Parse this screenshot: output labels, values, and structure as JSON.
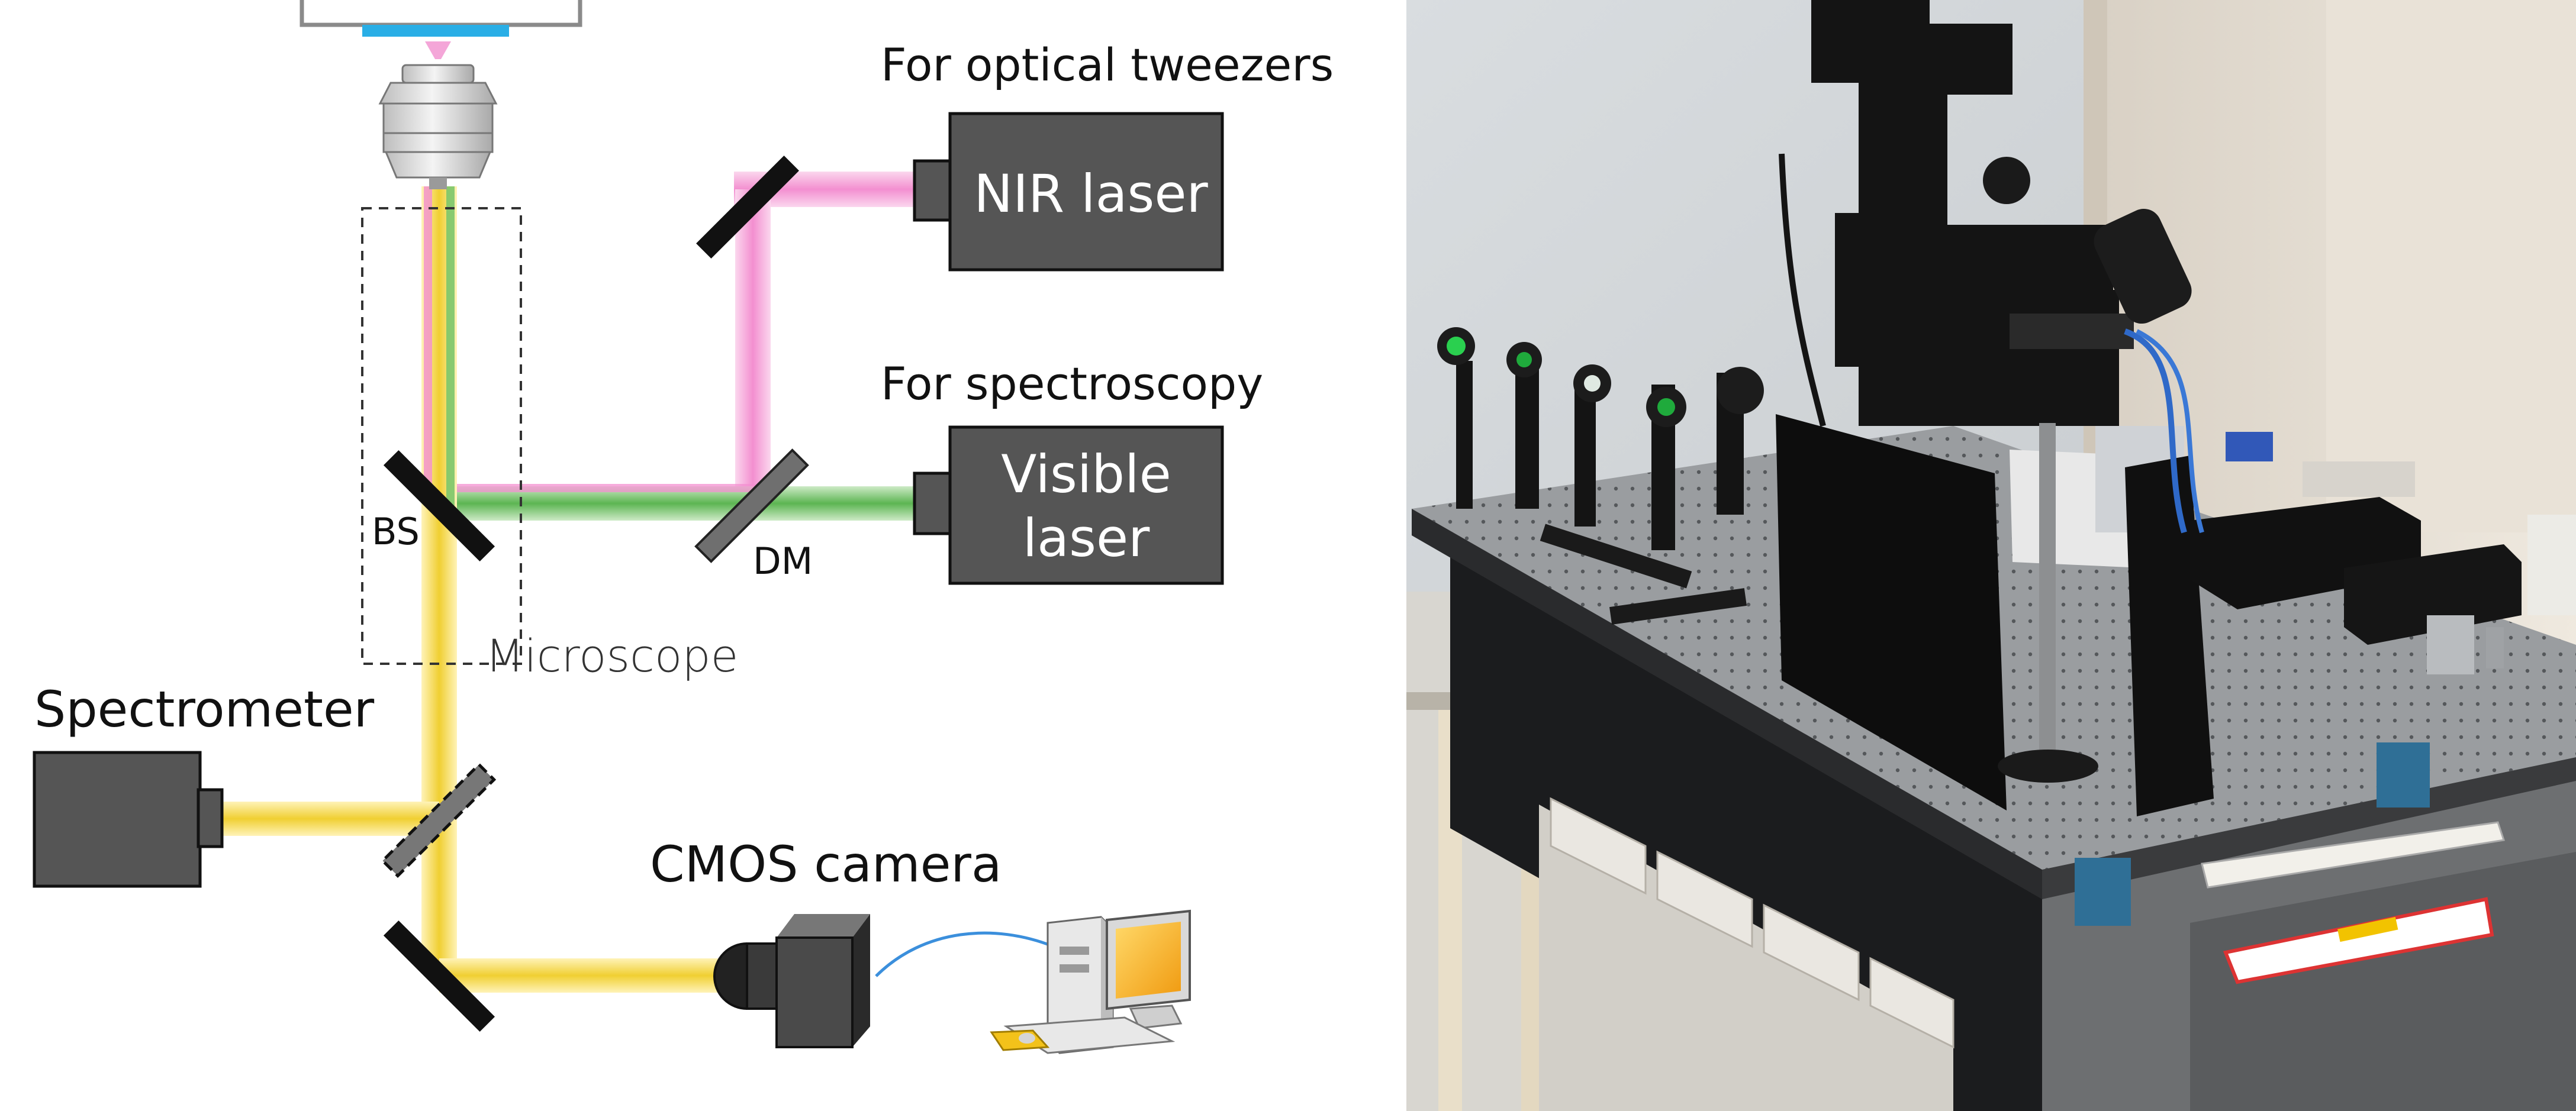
{
  "labels": {
    "tweezers_heading": "For optical tweezers",
    "nir_laser": "NIR laser",
    "spectroscopy_heading": "For spectroscopy",
    "visible_laser_line1": "Visible",
    "visible_laser_line2": "laser",
    "bs": "BS",
    "dm": "DM",
    "microscope": "Microscope",
    "spectrometer": "Spectrometer",
    "cmos_camera": "CMOS camera"
  },
  "colors": {
    "nir_beam": "#f38fd0",
    "visible_beam": "#74c46a",
    "detection_beam": "#f2d54a",
    "device_fill": "#555555",
    "mirror": "#111111",
    "dichroic": "#6f6f6f",
    "stage_blue": "#29aee6",
    "monitor_screen": "#f3a61c"
  },
  "icons": {
    "objective": "microscope-objective-icon",
    "computer": "desktop-computer-icon",
    "photo": "optical-tweezers-setup-photo"
  }
}
